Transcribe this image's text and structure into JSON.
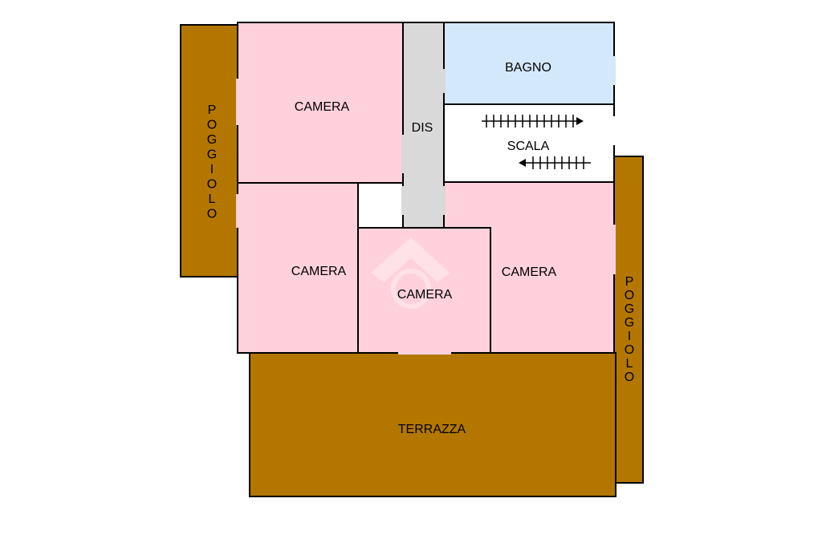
{
  "colors": {
    "balcony": "#b37700",
    "bedroom": "#ffd1dc",
    "bathroom": "#d4e8fb",
    "corridor": "#d9d9d9",
    "stair": "#ffffff",
    "wall": "#000000"
  },
  "rooms": {
    "poggiolo_left": {
      "label": "POGGIOLO"
    },
    "camera_top_left": {
      "label": "CAMERA"
    },
    "dis": {
      "label": "DIS"
    },
    "bagno": {
      "label": "BAGNO"
    },
    "scala": {
      "label": "SCALA"
    },
    "camera_mid_left": {
      "label": "CAMERA"
    },
    "camera_center": {
      "label": "CAMERA"
    },
    "camera_right": {
      "label": "CAMERA"
    },
    "poggiolo_right": {
      "label": "POGGIOLO"
    },
    "terrazza": {
      "label": "TERRAZZA"
    }
  },
  "icons": {
    "stair_arrow_up": "arrow-right-icon",
    "stair_arrow_down": "arrow-left-icon"
  }
}
